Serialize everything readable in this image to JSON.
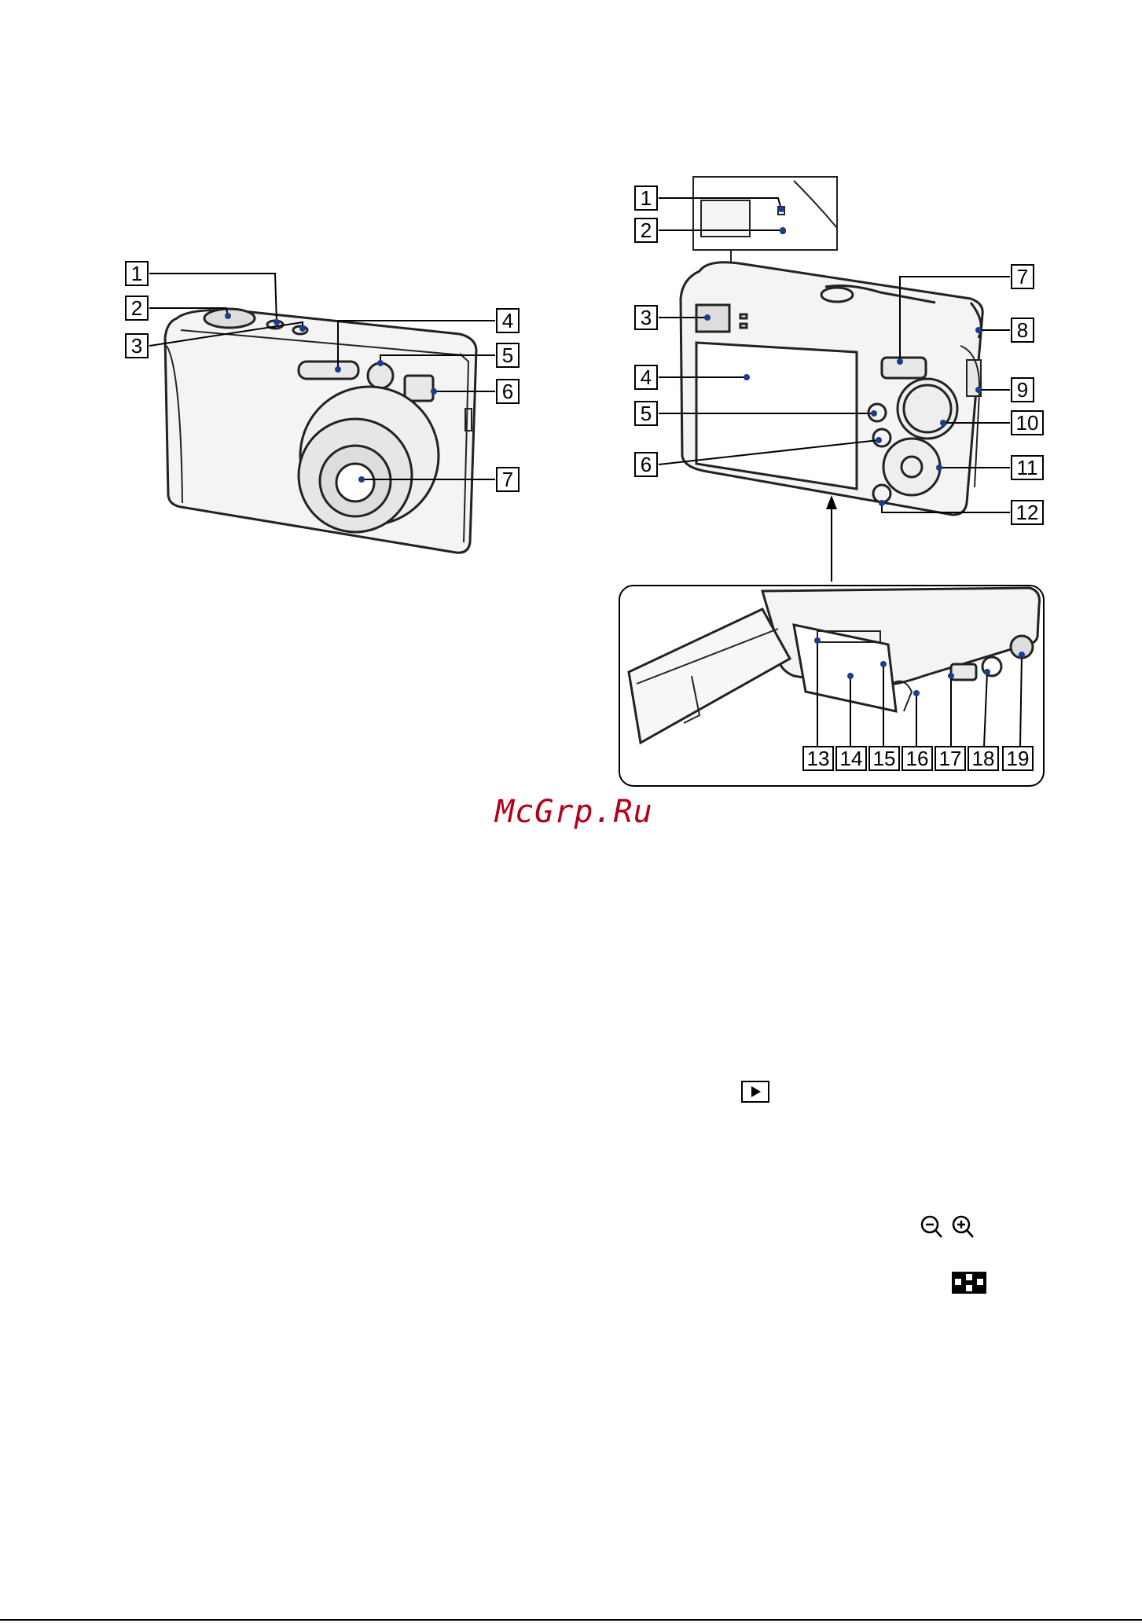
{
  "front_view": {
    "callouts": [
      "1",
      "2",
      "3",
      "4",
      "5",
      "6",
      "7"
    ]
  },
  "back_view": {
    "callouts": [
      "1",
      "2",
      "3",
      "4",
      "5",
      "6",
      "7",
      "8",
      "9",
      "10",
      "11",
      "12"
    ]
  },
  "bottom_view": {
    "callouts": [
      "13",
      "14",
      "15",
      "16",
      "17",
      "18",
      "19"
    ]
  },
  "watermark": "McGrp.Ru",
  "icons": {
    "playback": "play-icon",
    "zoom": [
      "zoom-out-icon",
      "zoom-in-icon"
    ],
    "index": "index-grid-icon"
  }
}
